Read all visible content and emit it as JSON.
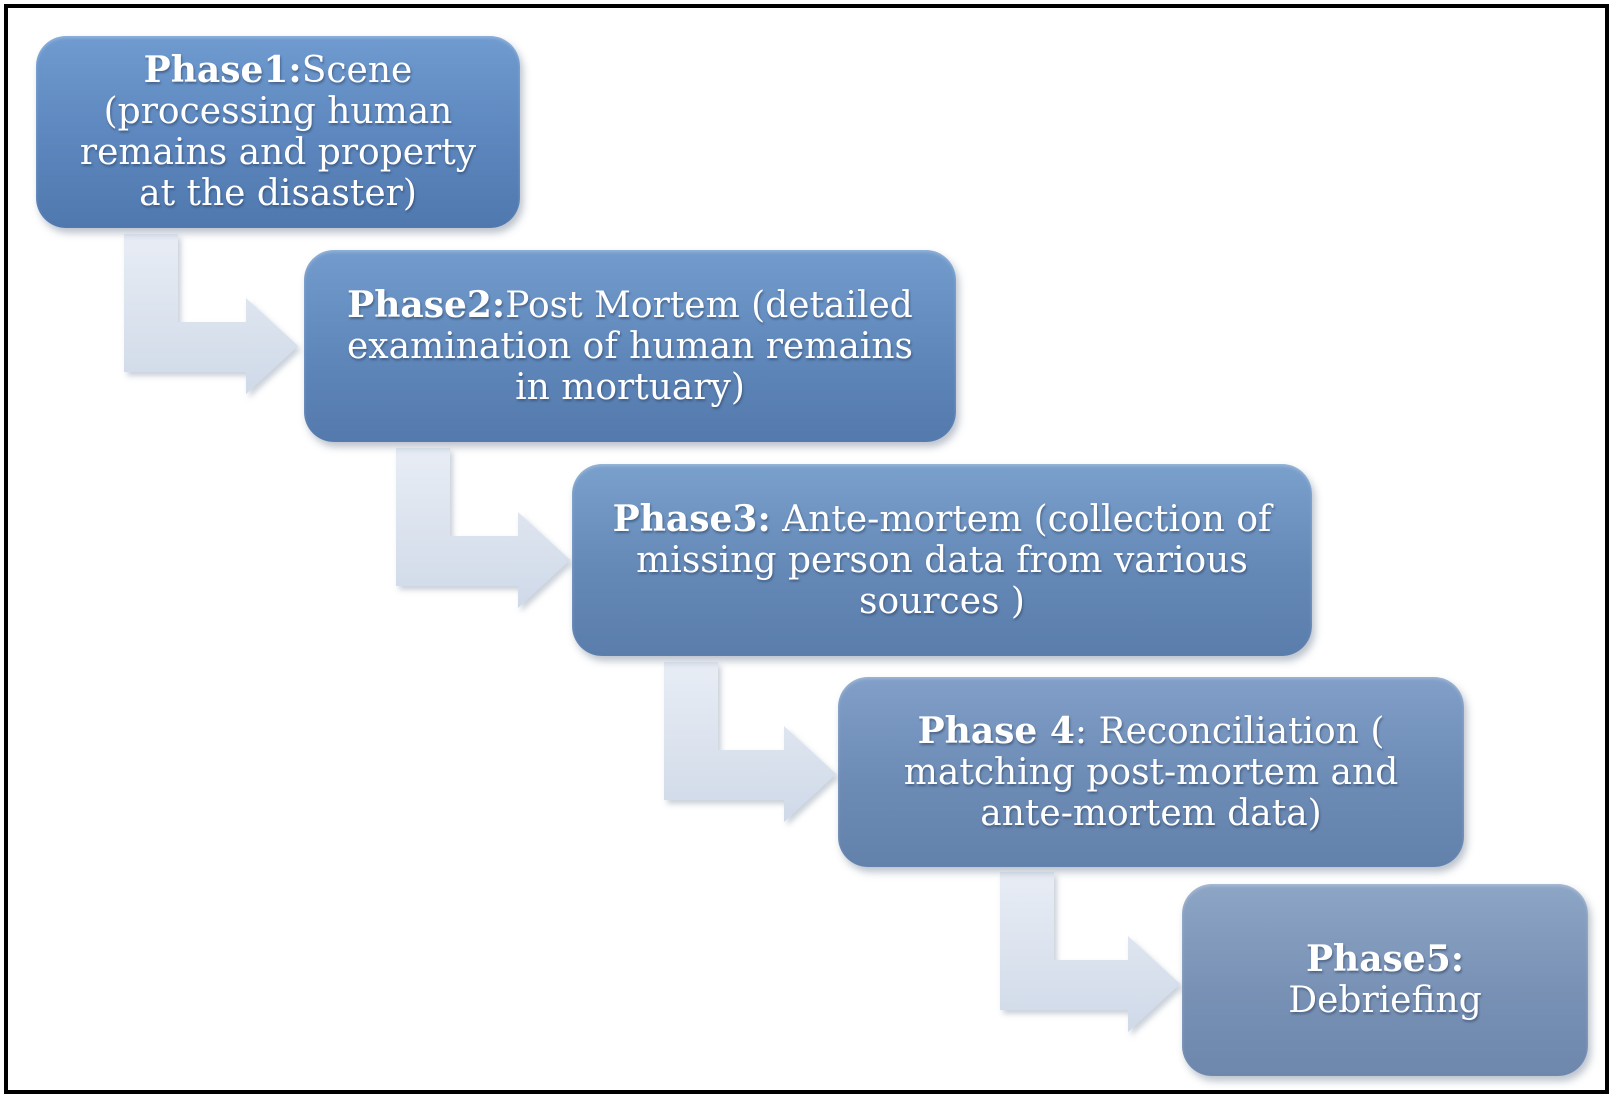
{
  "phases": [
    {
      "label": "Phase1:",
      "text": "Scene (processing human remains and property at the disaster)"
    },
    {
      "label": "Phase2:",
      "text": "Post Mortem (detailed examination of human remains in mortuary)"
    },
    {
      "label": "Phase3:",
      "text": " Ante-mortem (collection of missing person data from various sources )"
    },
    {
      "label": "Phase 4",
      "text": ": Reconciliation ( matching post-mortem and ante-mortem data)"
    },
    {
      "label": "Phase5:",
      "text": " Debriefing"
    }
  ],
  "colors": {
    "box_fill": "#5f87ba",
    "box_text": "#ffffff",
    "arrow_fill": "#dfe6f1",
    "frame_border": "#000000"
  }
}
